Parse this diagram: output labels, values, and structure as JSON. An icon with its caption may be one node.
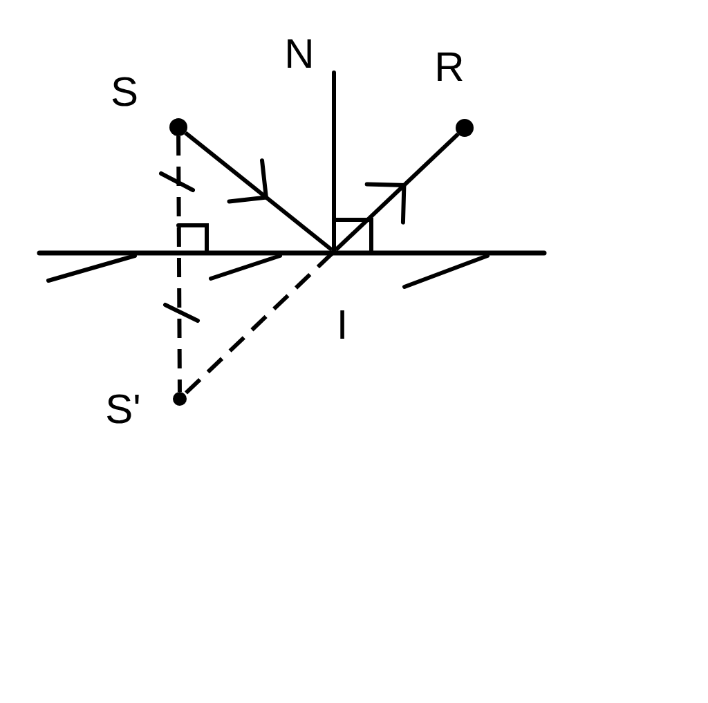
{
  "diagram": {
    "nodes": [
      {
        "text": [],
        "shape": "circle",
        "beside": [
          "S"
        ]
      },
      {
        "text": [],
        "shape": "circle",
        "beside": [
          "R"
        ]
      },
      {
        "text": [],
        "shape": "circle",
        "beside": [
          "I"
        ]
      },
      {
        "text": [],
        "shape": "circle",
        "beside": [
          "S'"
        ]
      }
    ],
    "edges": [
      {
        "from": 0,
        "to": 2,
        "arrow": "to"
      },
      {
        "from": 2,
        "to": 1,
        "arrow": "to"
      },
      {
        "from": 0,
        "to": 3,
        "arrow": "none",
        "style": "dashed"
      },
      {
        "from": 2,
        "to": 3,
        "arrow": "none",
        "style": "dashed"
      }
    ],
    "labels": [
      "N"
    ]
  }
}
